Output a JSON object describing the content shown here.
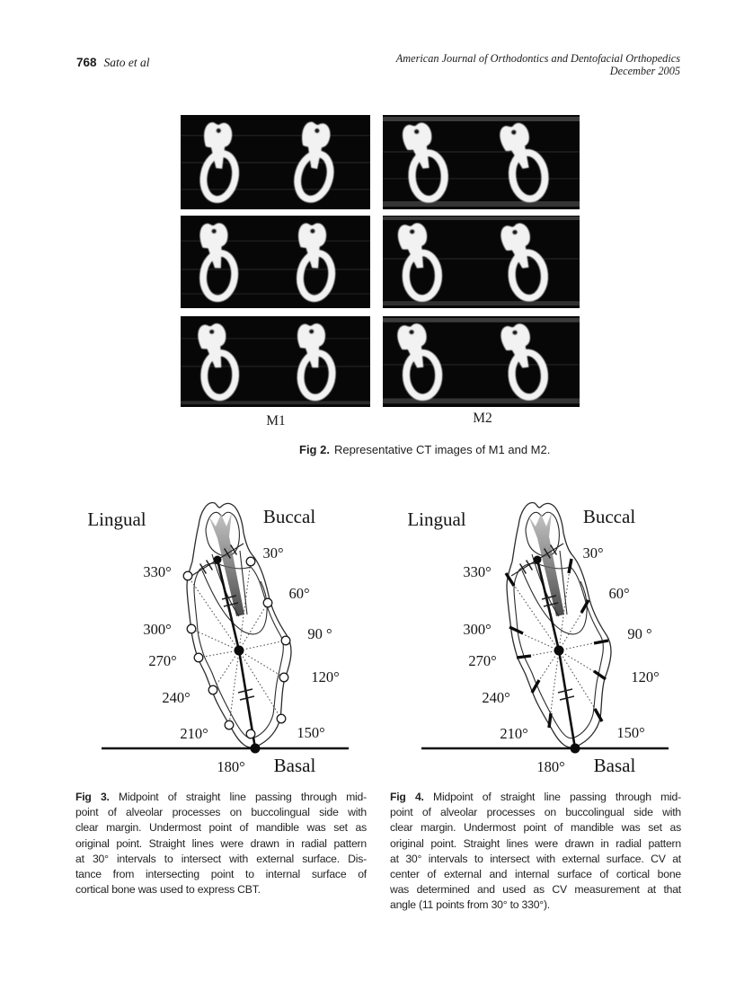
{
  "header": {
    "page_number": "768",
    "authors": "Sato et al",
    "journal": "American Journal of Orthodontics and Dentofacial Orthopedics",
    "issue": "December 2005"
  },
  "figure2": {
    "panel_labels": [
      "M1",
      "M2"
    ],
    "caption_label": "Fig 2.",
    "caption_text": "Representative CT images of M1 and M2."
  },
  "diagram": {
    "lingual": "Lingual",
    "buccal": "Buccal",
    "basal": "Basal",
    "angles": [
      "30°",
      "60°",
      "90 °",
      "120°",
      "150°",
      "180°",
      "210°",
      "240°",
      "270°",
      "300°",
      "330°"
    ]
  },
  "figure3": {
    "caption_label": "Fig 3.",
    "caption_lines": [
      "Midpoint of straight line passing through mid-",
      "point of alveolar processes on buccolingual side with",
      "clear margin. Undermost point of mandible was set as",
      "original point. Straight lines were drawn in radial pattern",
      "at 30° intervals to intersect with external surface. Dis-",
      "tance from intersecting point to internal surface of",
      "cortical bone was used to express CBT."
    ]
  },
  "figure4": {
    "caption_label": "Fig 4.",
    "caption_lines": [
      "Midpoint of straight line passing through mid-",
      "point of alveolar processes on buccolingual side with",
      "clear margin. Undermost point of mandible was set as",
      "original point. Straight lines were drawn in radial pattern",
      "at 30° intervals to intersect with external surface. CV at",
      "center of external and internal surface of cortical bone",
      "was determined and used as CV measurement at that",
      "angle (11 points from 30° to 330°)."
    ]
  },
  "colors": {
    "page_background": "#ffffff",
    "ink": "#1c1c1c",
    "ct_panel_background": "#070707",
    "ct_bone_white": "#f2f2f2"
  }
}
